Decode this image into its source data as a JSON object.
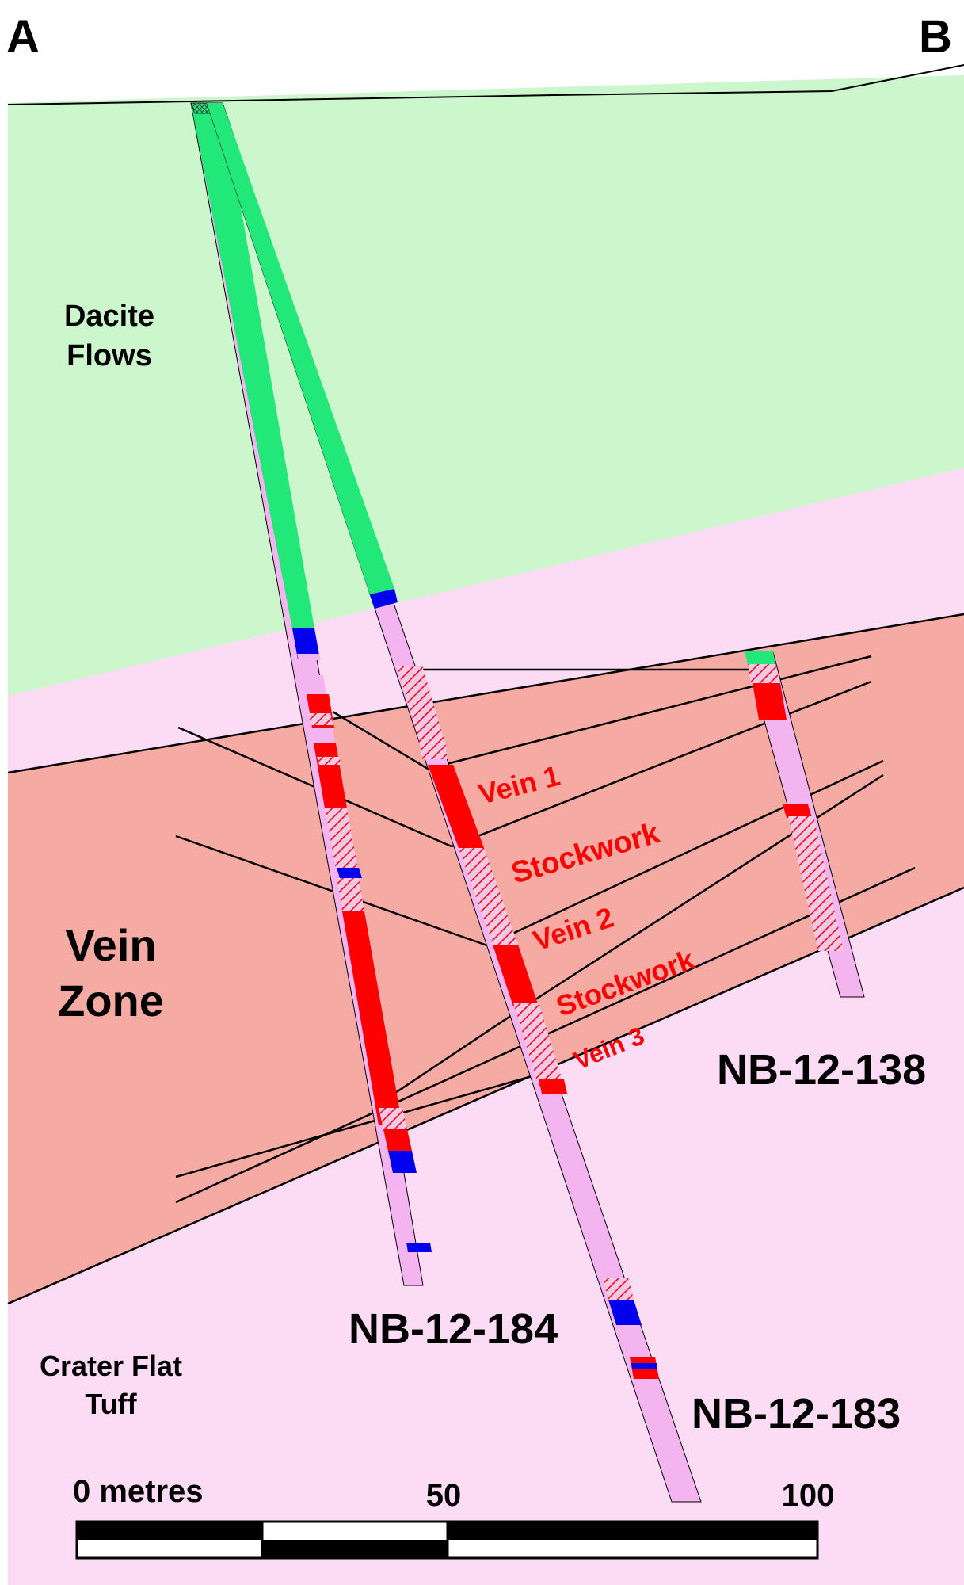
{
  "section": {
    "end_left": "A",
    "end_right": "B"
  },
  "units": {
    "dacite": "Dacite",
    "dacite_line2": "Flows",
    "vein_zone": "Vein",
    "vein_zone_line2": "Zone",
    "crater_flat": "Crater Flat",
    "crater_flat_line2": "Tuff"
  },
  "zone_labels": {
    "vein1": "Vein 1",
    "stockwork1": "Stockwork",
    "vein2": "Vein 2",
    "stockwork2": "Stockwork",
    "vein3": "Vein 3"
  },
  "holes": {
    "h184": "NB-12-184",
    "h183": "NB-12-183",
    "h138": "NB-12-138"
  },
  "scale_bar": {
    "label_0": "0 metres",
    "label_50": "50",
    "label_100": "100"
  },
  "colors": {
    "dacite": "#ccf7cc",
    "tuff": "#fcdcf4",
    "vein_zone": "#f5aaa4",
    "core_green": "#22e87a",
    "core_pink": "#f4b4f0",
    "core_red": "#ff0000",
    "core_blue": "#0000ee",
    "label_red": "#ff0000"
  }
}
